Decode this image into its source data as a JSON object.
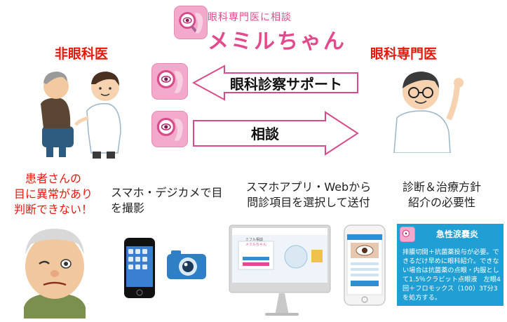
{
  "brand": {
    "subtitle": "眼科専門医に相談",
    "title": "メミルちゃん"
  },
  "left_role": "非眼科医",
  "right_role": "眼科専門医",
  "arrows": {
    "top_label": "眼科診察サポート",
    "bottom_label": "相談"
  },
  "steps": {
    "patient_problem": [
      "患者さんの",
      "目に異常があり",
      "判断できない！"
    ],
    "photo": [
      "スマホ・デジカメで目",
      "を撮影"
    ],
    "select": [
      "スマホアプリ・Webから",
      "問診項目を選択して送付"
    ],
    "diagnosis": [
      "診断＆治療方針",
      "紹介の必要性"
    ]
  },
  "result_card": {
    "title": "急性涙嚢炎",
    "body": "排膿切開＋抗菌薬投与が必要。できるだけ早めに眼科紹介。できない場合は抗菌薬の点眼・内服として1.5％クラビット点眼液　左眼4回＋フロモックス（100）3T分3を処方する。"
  },
  "laptop_screen": {
    "logo_line1": "ミフル相談",
    "logo_line2": "メミルちゃん"
  },
  "colors": {
    "brand_pink": "#e24a8c",
    "accent_red": "#e8180c",
    "card_blue": "#1f9fd4"
  }
}
